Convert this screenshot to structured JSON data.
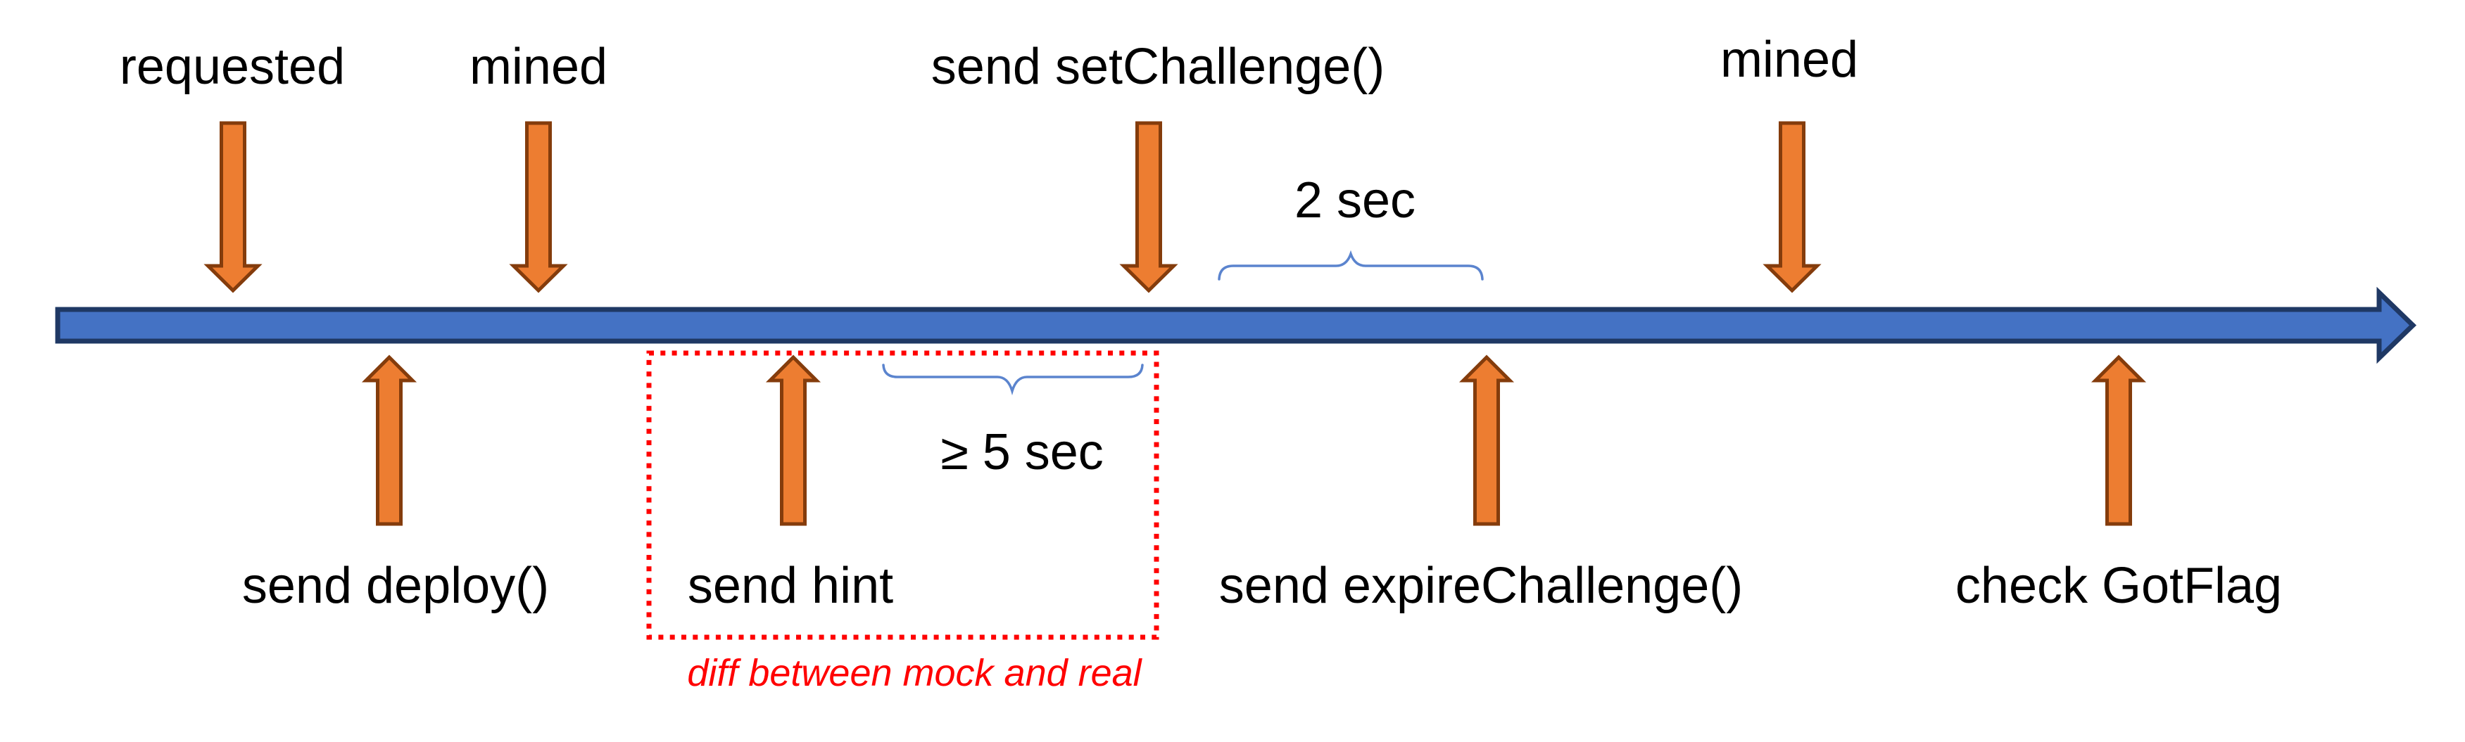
{
  "diagram": {
    "title_semantics": "timeline of challenge deployment and expiry",
    "top_events": [
      {
        "label": "requested"
      },
      {
        "label": "mined"
      },
      {
        "label": "send setChallenge()"
      },
      {
        "label": "mined"
      }
    ],
    "bottom_events": [
      {
        "label": "send deploy()"
      },
      {
        "label": "send hint"
      },
      {
        "label": "send expireChallenge()"
      },
      {
        "label": "check GotFlag"
      }
    ],
    "annotations": {
      "interval_after_setchallenge": "2 sec",
      "interval_after_hint": "≥ 5 sec",
      "highlight_note": "diff between mock and real"
    },
    "colors": {
      "timeline_fill": "#4472C4",
      "timeline_border": "#1F3864",
      "arrow_fill": "#ED7D31",
      "arrow_border": "#843C0C",
      "brace": "#5B84CE",
      "highlight": "#FF0000",
      "text": "#000000",
      "background": "#FFFFFF"
    }
  }
}
